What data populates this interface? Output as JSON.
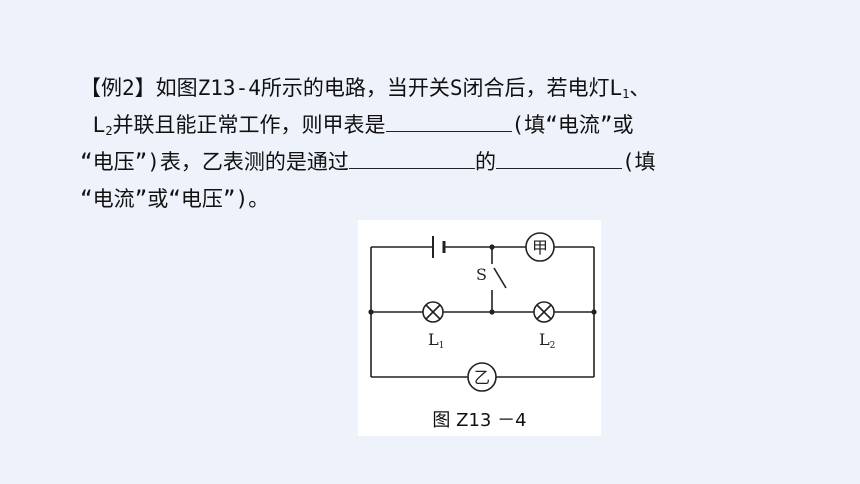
{
  "question": {
    "line1": "【例2】如图Z13-4所示的电路，当开关S闭合后，若电灯L",
    "line1_sub": "1",
    "line1_end": "、",
    "line2_start": "L",
    "line2_sub": "2",
    "line2_mid": "并联且能正常工作，则甲表是",
    "line2_end": "(填“电流”或",
    "line3_start": "“电压”)表，乙表测的是通过",
    "line3_mid": "的",
    "line3_end": "(填",
    "line4": "“电流”或“电压”)。"
  },
  "figure": {
    "caption": "图 Z13 －4",
    "meter_jia": "甲",
    "meter_yi": "乙",
    "switch_label": "S",
    "lamp1_label": "L",
    "lamp1_sub": "1",
    "lamp2_label": "L",
    "lamp2_sub": "2"
  }
}
